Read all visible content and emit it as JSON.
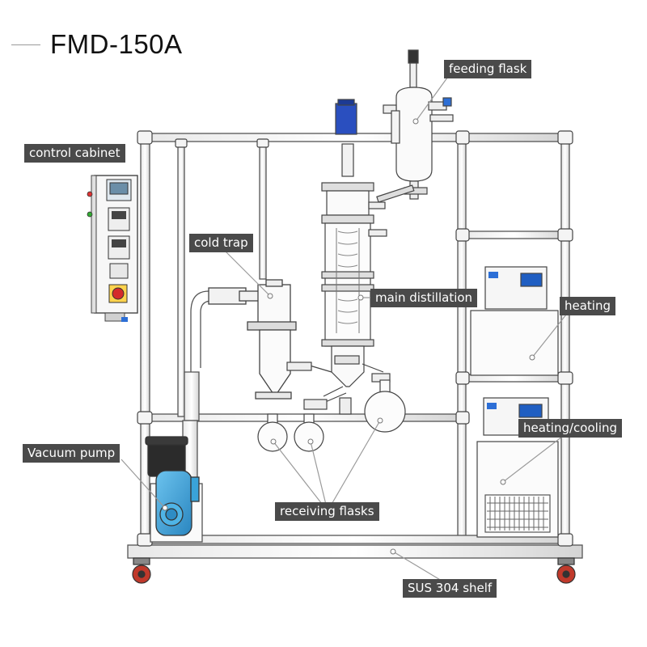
{
  "title": "FMD-150A",
  "labels": {
    "feeding_flask": "feeding flask",
    "control_cabinet": "control cabinet",
    "cold_trap": "cold trap",
    "main_distillation": "main distillation",
    "heating": "heating",
    "heating_cooling": "heating/cooling",
    "vacuum_pump": "Vacuum pump",
    "receiving_flasks": "receiving flasks",
    "sus_shelf": "SUS 304 shelf"
  },
  "colors": {
    "label_bg": "#4a4a4a",
    "label_text": "#ffffff",
    "frame": "#555555",
    "motor_blue": "#2a4fbf",
    "pump_blue": "#3aa3d9",
    "pump_dark": "#2b2b2b",
    "panel_blue": "#2d6fd6",
    "wheel_red": "#c0392b"
  }
}
